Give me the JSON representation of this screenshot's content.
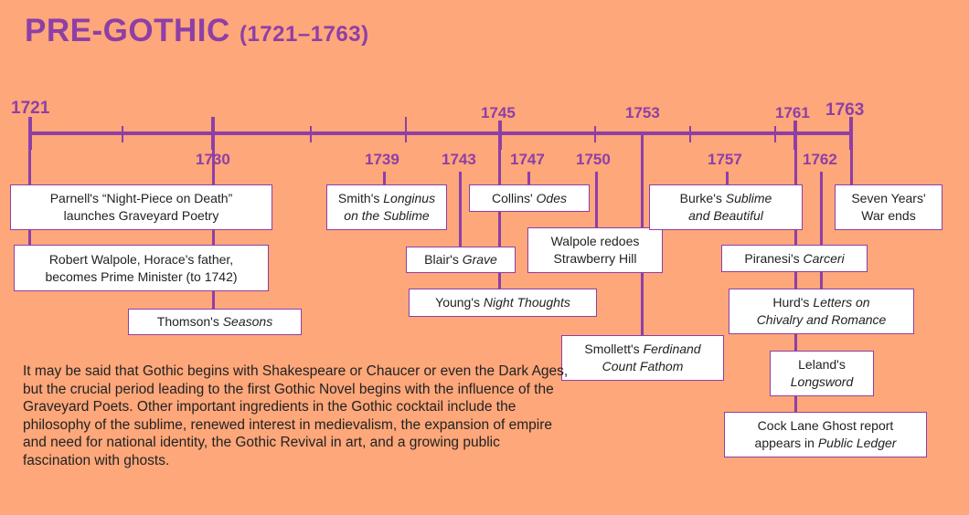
{
  "title": {
    "main": "PRE-GOTHIC",
    "years": "(1721–1763)"
  },
  "years": {
    "y1721": "1721",
    "y1730": "1730",
    "y1739": "1739",
    "y1743": "1743",
    "y1745": "1745",
    "y1747": "1747",
    "y1750": "1750",
    "y1753": "1753",
    "y1757": "1757",
    "y1761": "1761",
    "y1762": "1762",
    "y1763": "1763"
  },
  "events": {
    "parnell": {
      "l1": "Parnell's “Night-Piece on Death”",
      "l2": "launches Graveyard Poetry"
    },
    "walpole_pm": {
      "l1": "Robert Walpole, Horace's father,",
      "l2": "becomes Prime Minister (to 1742)"
    },
    "thomson": {
      "pre": "Thomson's ",
      "it": "Seasons"
    },
    "smith": {
      "pre": "Smith's ",
      "it1": "Longinus",
      "it2": "on the Sublime"
    },
    "blair": {
      "pre": "Blair's ",
      "it": "Grave"
    },
    "young": {
      "pre": "Young's ",
      "it": "Night Thoughts"
    },
    "collins": {
      "pre": "Collins' ",
      "it": "Odes"
    },
    "strawberry": {
      "l1": "Walpole redoes",
      "l2": "Strawberry Hill"
    },
    "smollett": {
      "pre": "Smollett's ",
      "it1": "Ferdinand",
      "it2": "Count Fathom"
    },
    "burke": {
      "pre": "Burke's ",
      "it1": "Sublime",
      "it2": "and Beautiful"
    },
    "piranesi": {
      "pre": "Piranesi's ",
      "it": "Carceri"
    },
    "hurd": {
      "pre": "Hurd's ",
      "it1": "Letters on",
      "it2": "Chivalry and Romance"
    },
    "leland": {
      "l1": "Leland's",
      "it": "Longsword"
    },
    "cocklane": {
      "l1": "Cock Lane Ghost report",
      "pre": "appears in ",
      "it": "Public Ledger"
    },
    "sevenyears": {
      "l1": "Seven Years'",
      "l2": "War ends"
    }
  },
  "paragraph": "It may be said that Gothic begins with Shakespeare or Chaucer or even the Dark Ages, but the crucial period leading to the first Gothic Novel begins with the influence of the Graveyard Poets. Other important ingredients in the Gothic cocktail include the philosophy of the sublime, renewed interest in medievalism, the expansion of empire and need for national identity, the Gothic Revival in art, and a growing public fascination with ghosts."
}
